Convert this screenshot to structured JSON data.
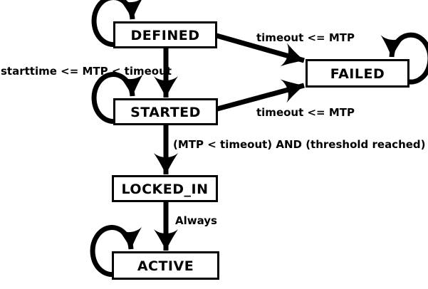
{
  "diagram": {
    "type": "state-machine",
    "states": [
      {
        "id": "defined",
        "label": "DEFINED",
        "self_loop": true
      },
      {
        "id": "started",
        "label": "STARTED",
        "self_loop": true
      },
      {
        "id": "failed",
        "label": "FAILED",
        "self_loop": true
      },
      {
        "id": "locked_in",
        "label": "LOCKED_IN",
        "self_loop": false
      },
      {
        "id": "active",
        "label": "ACTIVE",
        "self_loop": true
      }
    ],
    "transitions": [
      {
        "from": "DEFINED",
        "to": "STARTED",
        "label": "starttime <= MTP < timeout"
      },
      {
        "from": "DEFINED",
        "to": "FAILED",
        "label": "timeout <= MTP"
      },
      {
        "from": "STARTED",
        "to": "FAILED",
        "label": "timeout <= MTP"
      },
      {
        "from": "STARTED",
        "to": "LOCKED_IN",
        "label": "(MTP < timeout) AND (threshold reached)"
      },
      {
        "from": "LOCKED_IN",
        "to": "ACTIVE",
        "label": "Always"
      }
    ]
  },
  "colors": {
    "ink": "#000000",
    "state_fill": "#ffffff",
    "background": "#ffffff"
  }
}
